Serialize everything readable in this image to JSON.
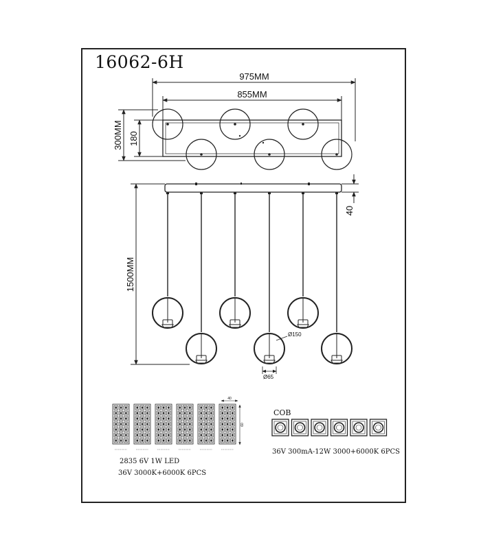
{
  "title": "16062-6H",
  "dimensions": {
    "total_length": "975MM",
    "canopy_length": "855MM",
    "depth": "300MM",
    "canopy_depth": "180",
    "drop_height": "1500MM",
    "canopy_height": "40",
    "globe_diameter": "Ø150",
    "base_diameter": "Ø65"
  },
  "led_module": {
    "width_label": "40",
    "height_label": "60",
    "spec_line1": "2835 6V 1W LED",
    "spec_line2": "36V 3000K+6000K 6PCS",
    "count": 6
  },
  "cob_module": {
    "label": "COB",
    "spec": "36V 300mA-12W 3000+6000K 6PCS",
    "count": 6
  },
  "colors": {
    "line": "#222222",
    "text": "#111111"
  }
}
